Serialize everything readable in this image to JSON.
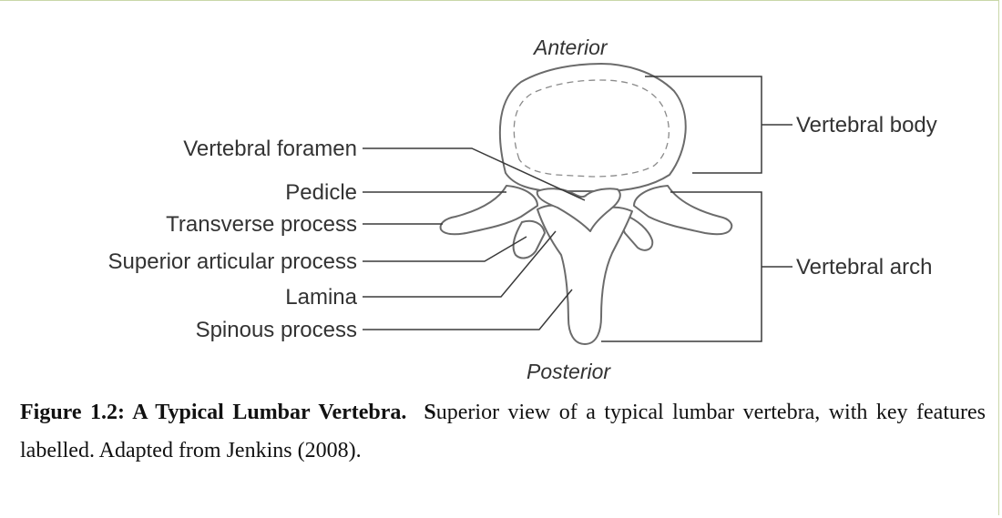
{
  "orientation": {
    "anterior": "Anterior",
    "posterior": "Posterior"
  },
  "labels": {
    "vertebral_foramen": "Vertebral foramen",
    "pedicle": "Pedicle",
    "transverse_process": "Transverse process",
    "superior_articular_process": "Superior articular process",
    "lamina": "Lamina",
    "spinous_process": "Spinous process",
    "vertebral_body": "Vertebral body",
    "vertebral_arch": "Vertebral arch"
  },
  "caption": {
    "title": "Figure 1.2: A Typical Lumbar Vertebra.",
    "lead_bold": "S",
    "text": "uperior view of a typical lumbar vertebra, with key features labelled.  Adapted from Jenkins (2008)."
  }
}
